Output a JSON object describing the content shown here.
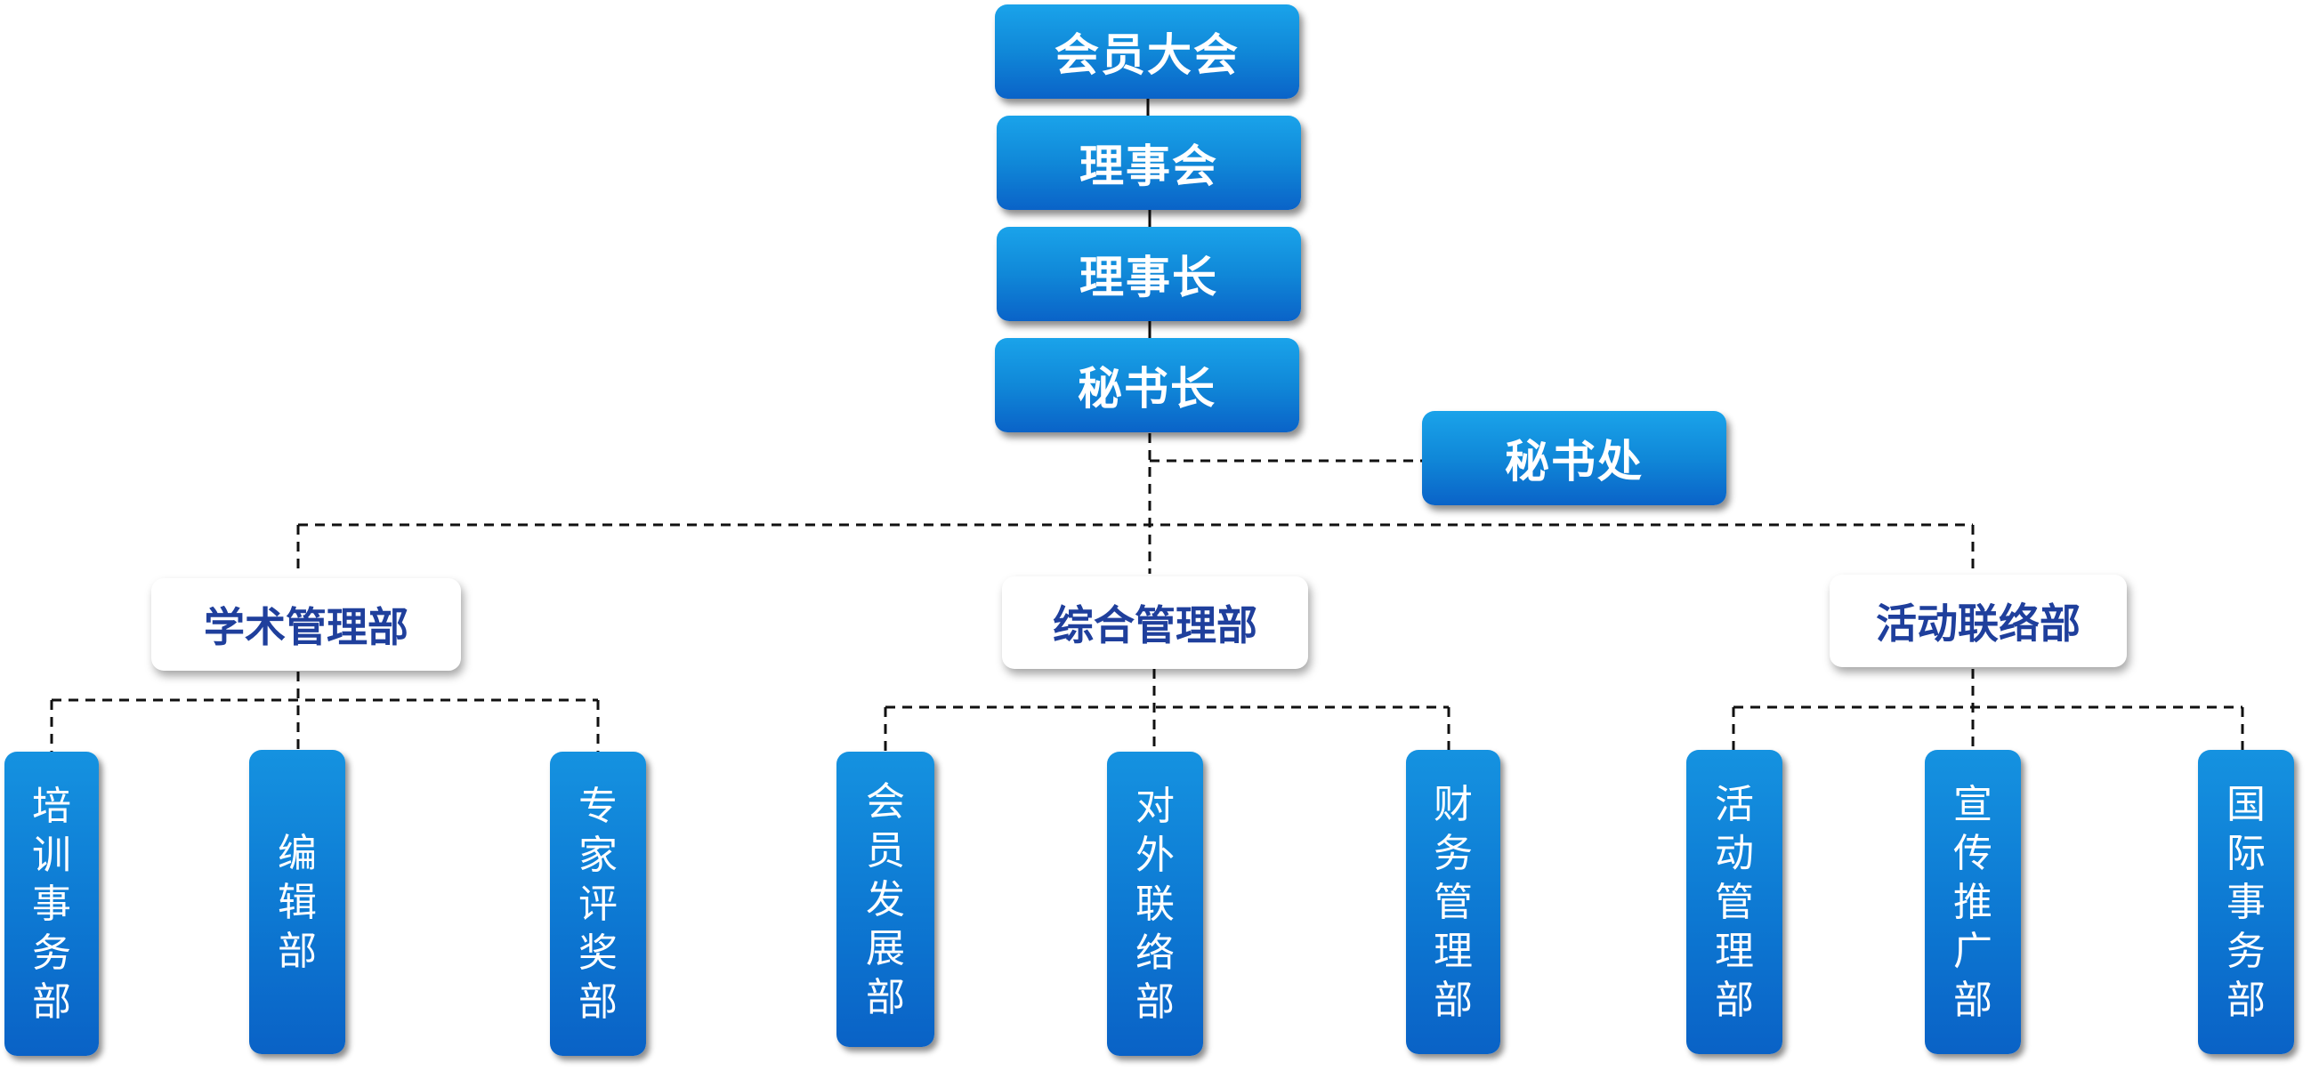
{
  "top_chain": [
    "会员大会",
    "理事会",
    "理事长",
    "秘书长"
  ],
  "secretariat": "秘书处",
  "departments": [
    {
      "name": "学术管理部",
      "subs": [
        "培训事务部",
        "编辑部",
        "专家评奖部"
      ]
    },
    {
      "name": "综合管理部",
      "subs": [
        "会员发展部",
        "对外联络部",
        "财务管理部"
      ]
    },
    {
      "name": "活动联络部",
      "subs": [
        "活动管理部",
        "宣传推广部",
        "国际事务部"
      ]
    }
  ],
  "colors": {
    "box_top": "#1aa3ea",
    "box_bottom": "#0a63c8",
    "dept_text": "#1f3f9c",
    "line": "#111111"
  }
}
